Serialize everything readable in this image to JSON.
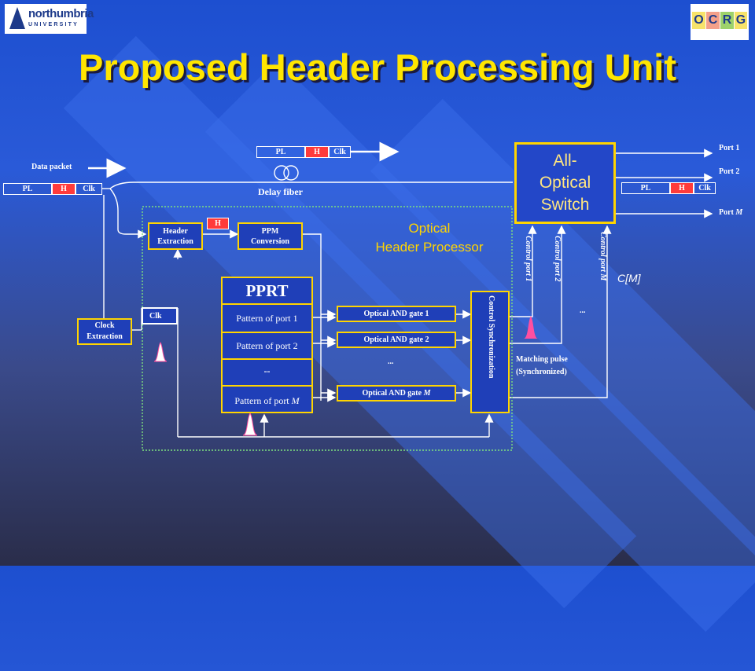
{
  "title": "Proposed Header Processing Unit",
  "logos": {
    "left_line1": "northumbria",
    "left_line2": "UNIVERSITY",
    "right": [
      "O",
      "C",
      "R",
      "G"
    ]
  },
  "packet": {
    "pl": "PL",
    "h": "H",
    "clk": "Clk"
  },
  "labels": {
    "data_packet": "Data packet",
    "delay_fiber": "Delay fiber",
    "optical_header_processor_1": "Optical",
    "optical_header_processor_2": "Header Processor",
    "clock_extraction_1": "Clock",
    "clock_extraction_2": "Extraction",
    "clk": "Clk",
    "header_extraction_1": "Header",
    "header_extraction_2": "Extraction",
    "h_tag": "H",
    "ppm_conversion_1": "PPM",
    "ppm_conversion_2": "Conversion",
    "pprt": "PPRT",
    "pattern_port_1": "Pattern of port 1",
    "pattern_port_2": "Pattern of port 2",
    "pattern_ellipsis": "...",
    "pattern_port_m_prefix": "Pattern of port ",
    "pattern_port_m_suffix": "M",
    "and_gate_1": "Optical AND  gate 1",
    "and_gate_2": "Optical AND  gate 2",
    "and_gate_ellipsis": "...",
    "and_gate_m_prefix": "Optical AND  gate ",
    "and_gate_m_suffix": "M",
    "control_sync": "Control Synchronization",
    "switch_1": "All-",
    "switch_2": "Optical",
    "switch_3": "Switch",
    "port_1": "Port 1",
    "port_2": "Port 2",
    "port_m_prefix": "Port ",
    "port_m_suffix": "M",
    "control_port_1": "Control port 1",
    "control_port_2": "Control port 2",
    "control_port_m": "Control port M",
    "cm": "C[M]",
    "ctrl_ellipsis": "...",
    "matching_pulse_1": "Matching pulse",
    "matching_pulse_2": "(Synchronized)"
  },
  "colors": {
    "title": "#ffe600",
    "header_red": "#ff3b3b",
    "pink_pulse": "#ff4fa0",
    "dotted_green": "#7ee07e",
    "box_yellow": "#ffd400",
    "processor_text": "#ffd400"
  }
}
